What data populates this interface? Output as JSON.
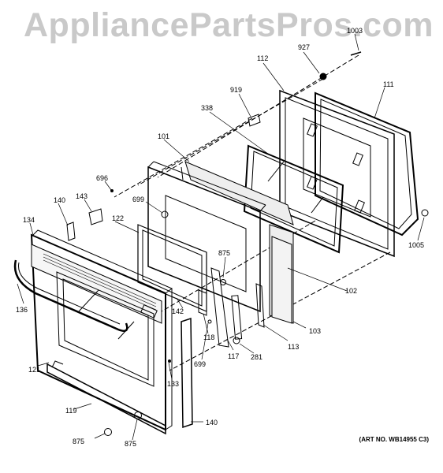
{
  "watermark": "AppliancePartsPros.com",
  "art_number": "(ART NO. WB14955 C3)",
  "callouts": {
    "c1003": "1003",
    "c927": "927",
    "c112": "112",
    "c111": "111",
    "c919": "919",
    "c338": "338",
    "c101": "101",
    "c696": "696",
    "c143": "143",
    "c140a": "140",
    "c699a": "699",
    "c134": "134",
    "c122": "122",
    "c875a": "875",
    "c1005": "1005",
    "c102": "102",
    "c136": "136",
    "c142": "142",
    "c118": "118",
    "c117": "117",
    "c281": "281",
    "c113": "113",
    "c103": "103",
    "c699b": "699",
    "c121": "121",
    "c133": "133",
    "c119": "119",
    "c140b": "140",
    "c875b": "875",
    "c875c": "875"
  }
}
